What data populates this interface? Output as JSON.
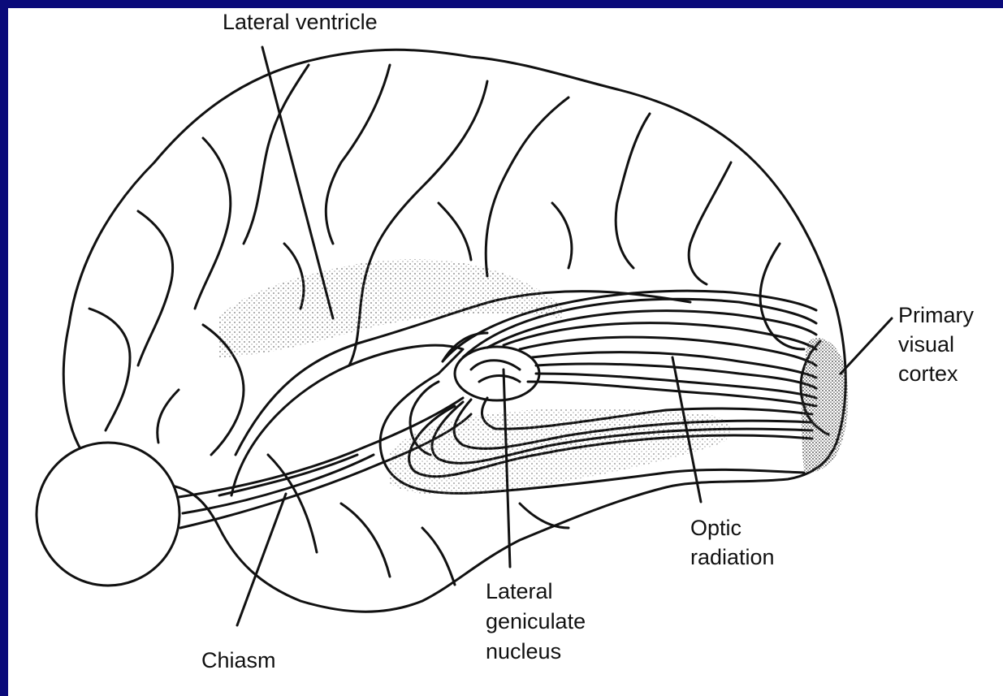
{
  "colors": {
    "frame_border": "#0a0a7a",
    "background": "#ffffff",
    "ink": "#111111",
    "stipple": "#555555"
  },
  "labels": {
    "lateral_ventricle": "Lateral ventricle",
    "primary_visual_cortex": [
      "Primary",
      "visual",
      "cortex"
    ],
    "optic_radiation": [
      "Optic",
      "radiation"
    ],
    "lateral_geniculate_nucleus": [
      "Lateral",
      "geniculate",
      "nucleus"
    ],
    "chiasm": "Chiasm"
  }
}
